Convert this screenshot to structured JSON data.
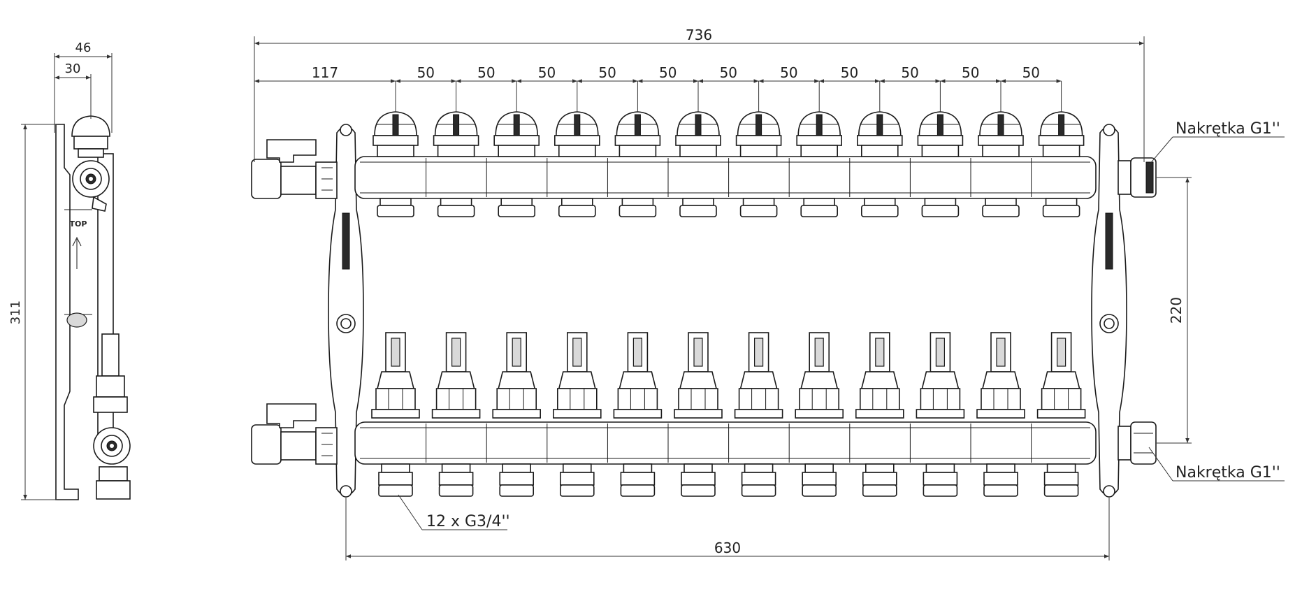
{
  "dimensions": {
    "side_width": "46",
    "side_offset": "30",
    "side_height": "311",
    "total_length": "736",
    "first_offset": "117",
    "spacing": [
      "50",
      "50",
      "50",
      "50",
      "50",
      "50",
      "50",
      "50",
      "50",
      "50",
      "50"
    ],
    "bar_height": "220",
    "bracket_span": "630"
  },
  "labels": {
    "nut_top": "Nakrętka G1''",
    "nut_bottom": "Nakrętka G1''",
    "outlets": "12 x G3/4''",
    "top_marking": "TOP"
  },
  "circuits": 12
}
